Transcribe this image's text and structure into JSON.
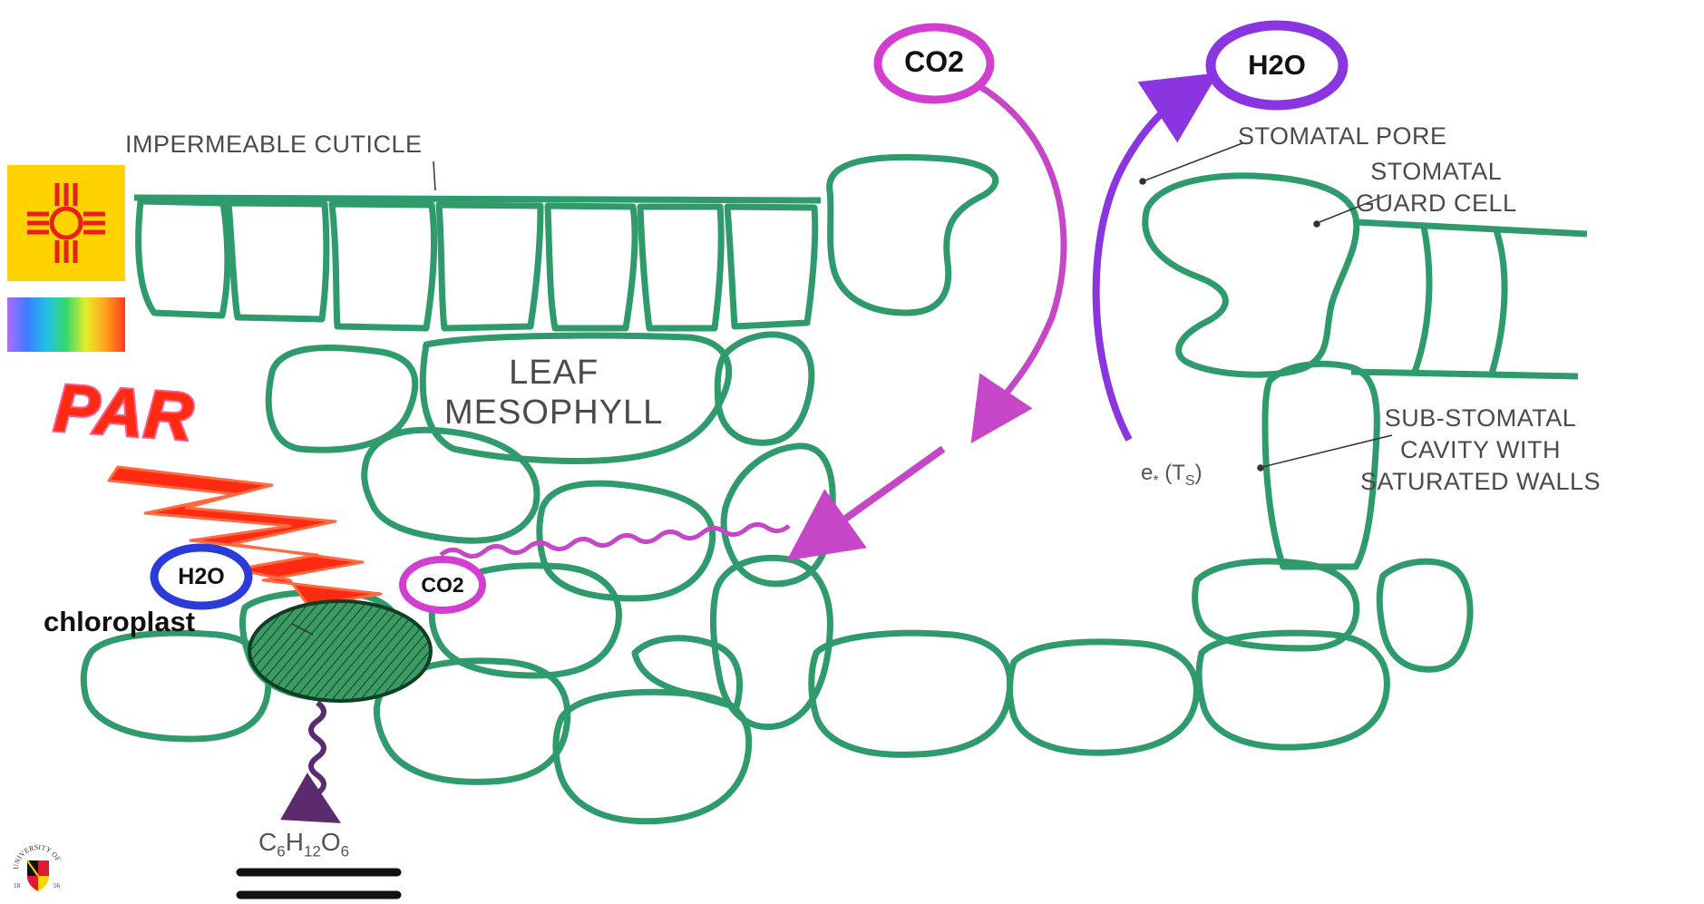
{
  "labels": {
    "impermeable_cuticle": "IMPERMEABLE CUTICLE",
    "leaf_mesophyll": "LEAF\nMESOPHYLL",
    "stomatal_pore": "STOMATAL PORE",
    "stomatal_guard_cell": "STOMATAL\nGUARD CELL",
    "sub_stomatal_cavity": "SUB-STOMATAL\nCAVITY WITH\nSATURATED WALLS",
    "es_prefix": "e",
    "es_star": "*",
    "es_open": "(T",
    "es_sub": "S",
    "es_close": ")",
    "chloroplast": "chloroplast",
    "par": "PAR"
  },
  "molecules": {
    "co2_top": "CO2",
    "h2o_top": "H2O",
    "co2_leaf": "CO2",
    "h2o_leaf": "H2O"
  },
  "glucose": {
    "c": "C",
    "c_n": "6",
    "h": "H",
    "h_n": "12",
    "o": "O",
    "o_n": "6"
  },
  "seal": {
    "top_arc": "UNIVERSITY OF",
    "left_num": "18",
    "right_num": "56"
  },
  "colors": {
    "cell_wall": "#2f9a6c",
    "co2_ring": "#d23fd0",
    "co2_arrow": "#c547c8",
    "h2o_ring_top": "#8a35e0",
    "h2o_ring_leaf": "#2b3bd8",
    "h2o_arrow": "#8a35e0",
    "par": "#ff2a12",
    "glucose_arrow": "#5b2b6e",
    "chloroplast_fill": "#2f8a55",
    "flag_bg": "#ffd200",
    "zia_red": "#e8201a"
  },
  "icons": {
    "flag": "new-mexico-zia-flag-icon",
    "spectrum": "visible-spectrum-icon",
    "seal": "university-seal-icon"
  }
}
